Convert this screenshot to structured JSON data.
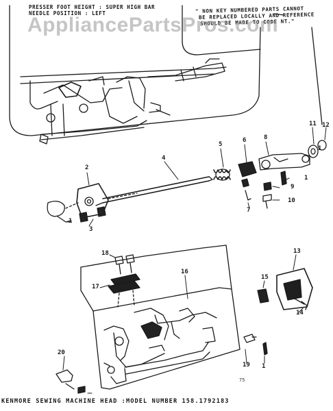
{
  "header": {
    "presser_foot_line": "PRESSER FOOT HEIGHT : SUPER HIGH BAR",
    "needle_position_line": "NEEDLE POSITION : LEFT"
  },
  "note": {
    "line1": "\" NON KEY NUMBERED PARTS CANNOT",
    "line2": "BE REPLACED LOCALLY AND REFERENCE",
    "line3": "SHOULD BE MADE TO CODE NT.\""
  },
  "watermark": "AppliancePartsPros.com",
  "footer": "KENMORE SEWING MACHINE HEAD :MODEL NUMBER 158.1792183",
  "page_number": "75",
  "parts": [
    "1",
    "2",
    "3",
    "4",
    "5",
    "6",
    "7",
    "8",
    "9",
    "1",
    "10",
    "11",
    "12",
    "1",
    "13",
    "14",
    "15",
    "16",
    "17",
    "18",
    "19",
    "1",
    "20"
  ]
}
